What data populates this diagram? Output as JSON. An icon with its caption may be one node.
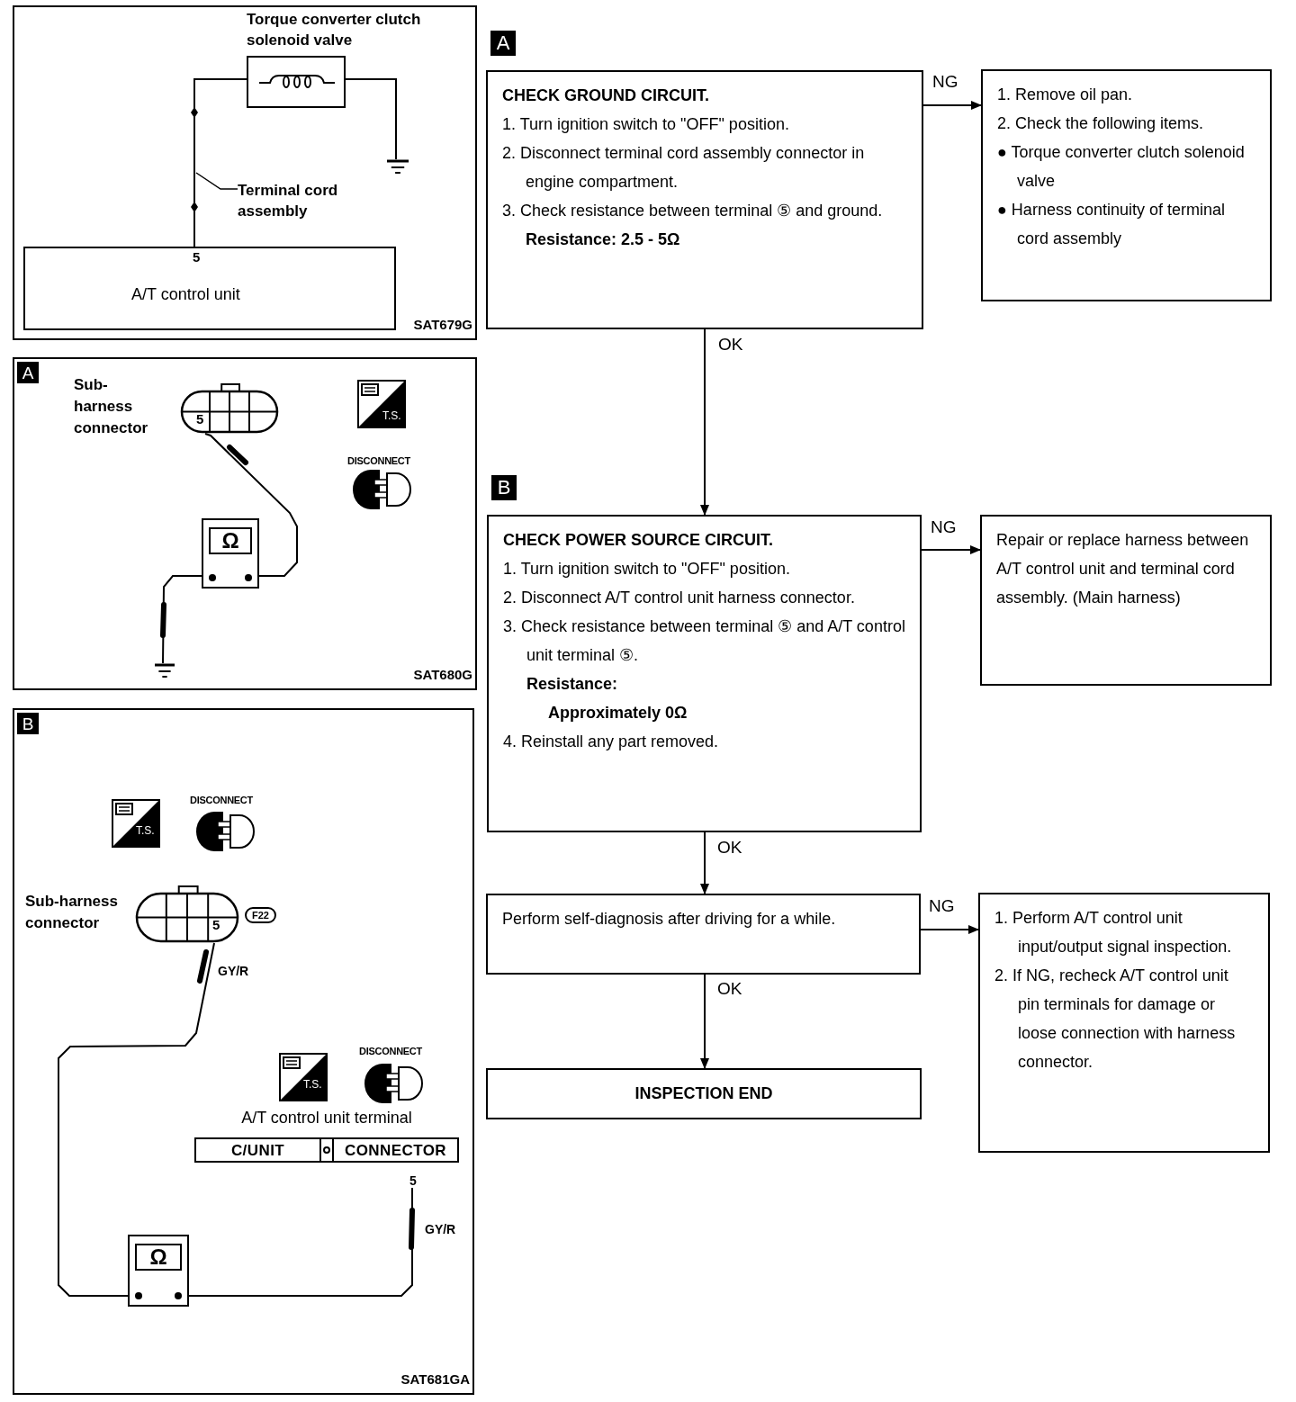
{
  "diagram": {
    "nodes": [
      {
        "text": [
          "CHECK GROUND CIRCUIT.",
          "1. Turn ignition switch to \"OFF\" position.",
          "2. Disconnect terminal cord assembly connector in engine compartment.",
          "3. Check resistance between terminal ⑤ and ground.",
          "Resistance: 2.5 - 5Ω"
        ],
        "beside": [
          "A"
        ]
      },
      {
        "text": [
          "1. Remove oil pan.",
          "2. Check the following items.",
          "● Torque converter clutch solenoid valve",
          "● Harness continuity of terminal cord assembly"
        ]
      },
      {
        "text": [
          "CHECK POWER SOURCE CIRCUIT.",
          "1. Turn ignition switch to \"OFF\" position.",
          "2. Disconnect A/T control unit harness connector.",
          "3. Check resistance between terminal ⑤ and A/T control unit terminal ⑤.",
          "Resistance:",
          "Approximately 0Ω",
          "4. Reinstall any part removed."
        ],
        "beside": [
          "B"
        ]
      },
      {
        "text": [
          "Repair or replace harness between A/T control unit and terminal cord assembly. (Main harness)"
        ]
      },
      {
        "text": [
          "Perform self-diagnosis after driving for a while."
        ]
      },
      {
        "text": [
          "1. Perform A/T control unit input/output signal inspection.",
          "2. If NG, recheck A/T control unit pin terminals for damage or loose connection with harness connector."
        ]
      },
      {
        "text": [
          "INSPECTION END"
        ]
      },
      {
        "text": [
          "SAT679G"
        ]
      },
      {
        "text": [
          "Torque converter clutch solenoid valve"
        ],
        "in": 7
      },
      {
        "text": [
          "5",
          "A/T control unit"
        ],
        "in": 7
      },
      {
        "text": [
          "Terminal cord assembly"
        ],
        "in": 7
      },
      {
        "text": [],
        "shape": "ground",
        "in": 7
      },
      {
        "text": [
          "A",
          "SAT680G"
        ]
      },
      {
        "text": [
          "5"
        ],
        "beside": [
          "Sub-harness connector"
        ],
        "in": 12
      },
      {
        "text": [
          "Ω"
        ],
        "in": 12
      },
      {
        "text": [],
        "shape": "ground",
        "in": 12
      },
      {
        "text": [
          "B",
          "SAT681GA"
        ]
      },
      {
        "text": [
          "5"
        ],
        "beside": [
          "Sub-harness connector"
        ],
        "in": 16
      },
      {
        "text": [
          "C/UNIT",
          "CONNECTOR"
        ],
        "beside": [
          "A/T control unit terminal",
          "5"
        ],
        "in": 16
      },
      {
        "text": [
          "Ω"
        ],
        "in": 16
      }
    ],
    "edges": [
      {
        "from": 0,
        "to": 1,
        "arrow": "to",
        "label": "NG"
      },
      {
        "from": 0,
        "to": 2,
        "arrow": "to",
        "label": "OK"
      },
      {
        "from": 2,
        "to": 3,
        "arrow": "to",
        "label": "NG"
      },
      {
        "from": 2,
        "to": 4,
        "arrow": "to",
        "label": "OK"
      },
      {
        "from": 4,
        "to": 5,
        "arrow": "to",
        "label": "NG"
      },
      {
        "from": 4,
        "to": 6,
        "arrow": "to",
        "label": "OK"
      },
      {
        "from": 9,
        "to": 8,
        "arrow": "none"
      },
      {
        "from": 8,
        "to": 11,
        "arrow": "none"
      },
      {
        "from": 10,
        "to": null,
        "arrow": "none"
      },
      {
        "from": 13,
        "to": 14,
        "arrow": "none"
      },
      {
        "from": 14,
        "to": 15,
        "arrow": "none"
      },
      {
        "from": 17,
        "to": 19,
        "arrow": "none",
        "label": "GY/R"
      },
      {
        "from": 18,
        "to": 19,
        "arrow": "none",
        "label": "GY/R"
      }
    ],
    "labels": [
      "T.S.",
      "DISCONNECT",
      "T.S.",
      "DISCONNECT",
      "F22",
      "T.S.",
      "DISCONNECT"
    ]
  }
}
